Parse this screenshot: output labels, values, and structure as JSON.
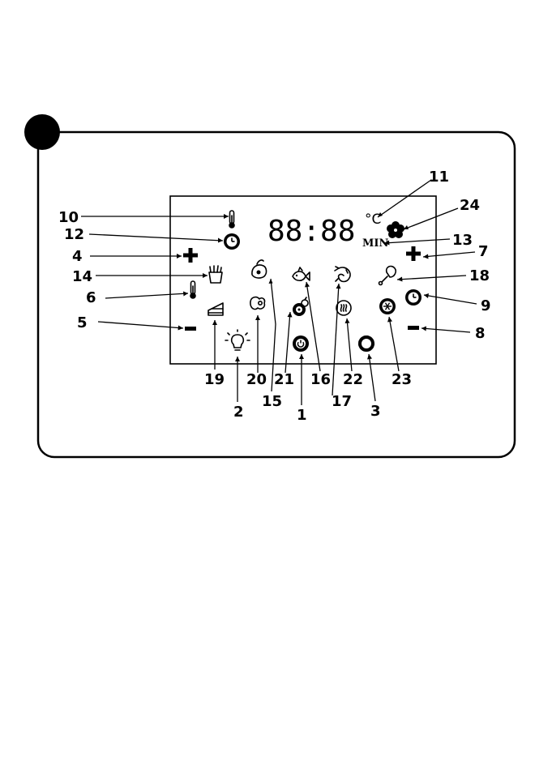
{
  "display": {
    "digits": "88:88",
    "unit": "°C",
    "min_label": "MIN"
  },
  "callouts": [
    "1",
    "2",
    "3",
    "4",
    "5",
    "6",
    "7",
    "8",
    "9",
    "10",
    "11",
    "12",
    "13",
    "14",
    "15",
    "16",
    "17",
    "18",
    "19",
    "20",
    "21",
    "22",
    "23",
    "24"
  ],
  "icons": {
    "power": "power-button-icon",
    "light": "light-bulb-icon",
    "start": "start-stop-ring-icon",
    "temp_plus": "plus-icon",
    "temp_minus": "minus-icon",
    "temp_indicator": "thermometer-icon",
    "time_plus": "plus-icon",
    "time_minus": "minus-icon",
    "time_button": "clock-icon",
    "temp_display": "thermometer-icon",
    "celsius": "celsius-indicator",
    "time_display": "clock-icon",
    "min": "minutes-indicator",
    "fries": "fries-icon",
    "chicken_wing": "chicken-wing-icon",
    "fish": "fish-icon",
    "shrimp": "shrimp-icon",
    "drumstick": "drumstick-icon",
    "cake": "cake-icon",
    "steak": "steak-icon",
    "vegetables": "vegetables-icon",
    "keep_warm": "keep-warm-icon",
    "defrost": "defrost-icon",
    "fan": "fan-icon"
  }
}
